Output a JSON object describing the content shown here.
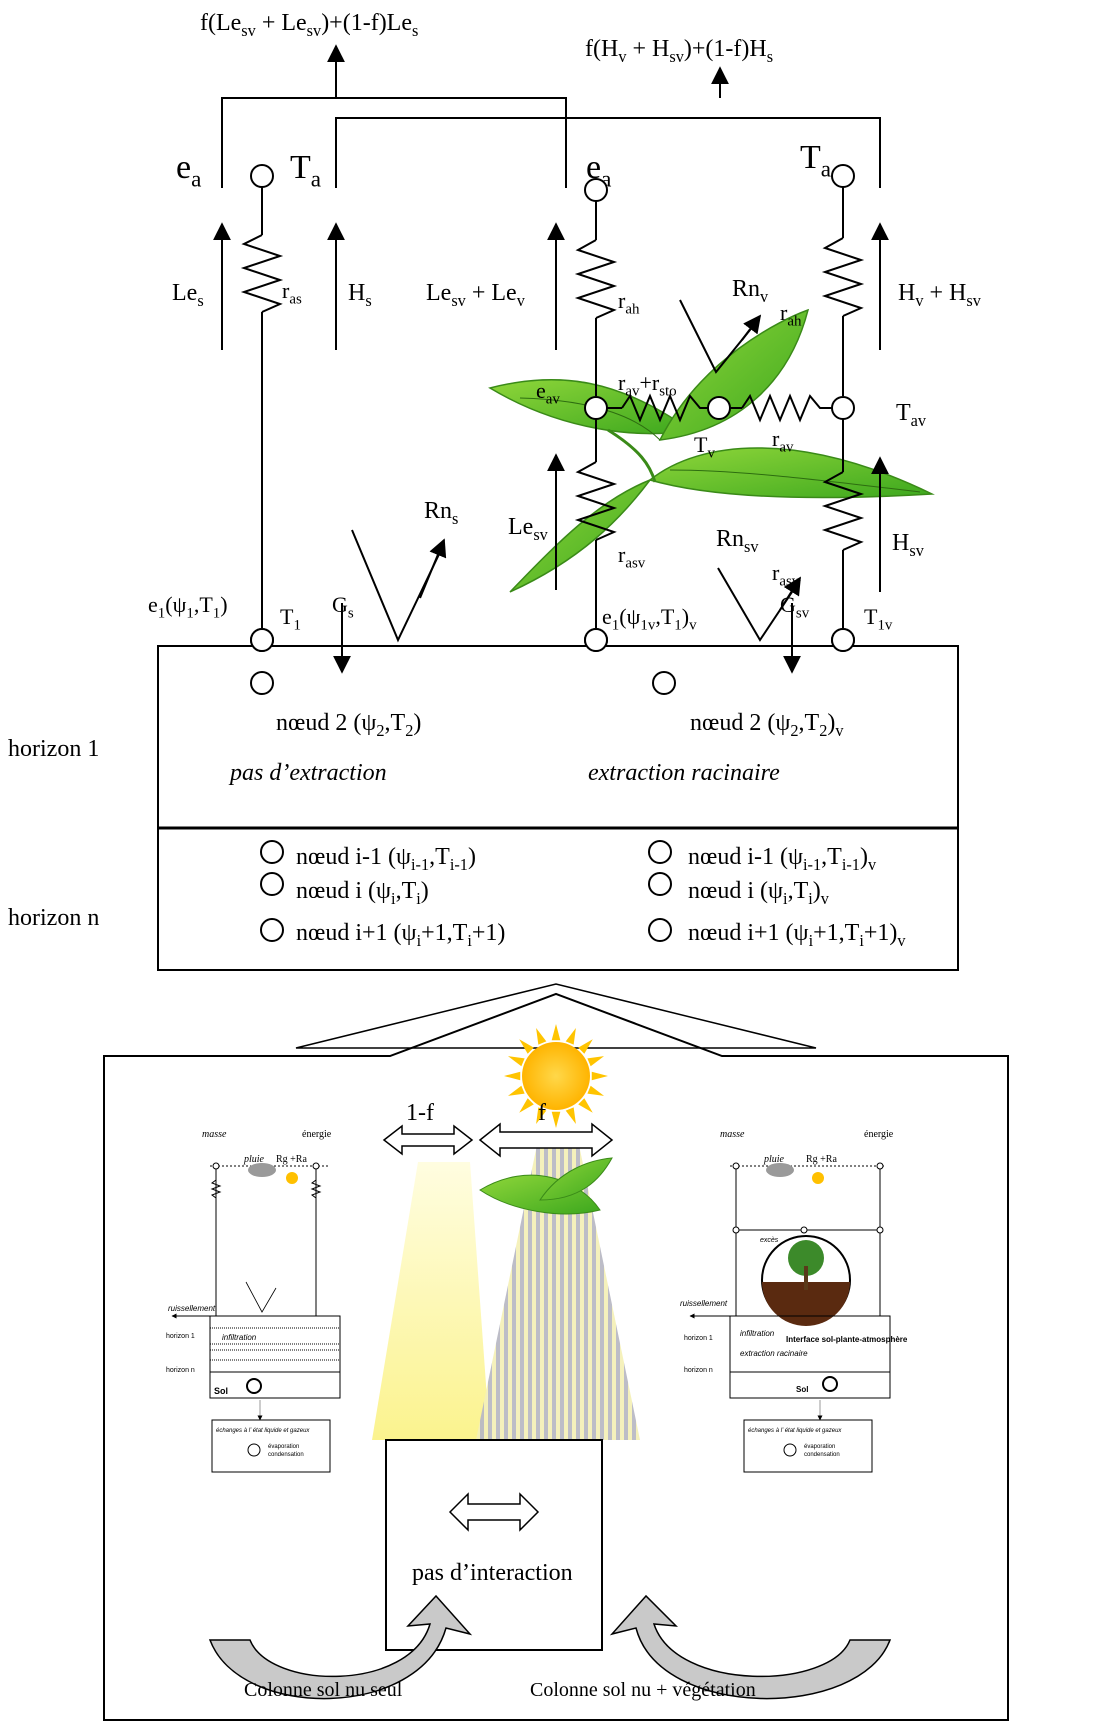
{
  "diagram": {
    "top_flux": {
      "latent": "f(Le_sv + Le_sv)+(1-f)Le_s",
      "sensible": "f(H_v + H_sv)+(1-f)H_s"
    },
    "bare_column": {
      "e_a": "e_a",
      "T_a": "T_a",
      "Le_s": "Le_s",
      "r_as": "r_as",
      "H_s": "H_s",
      "Rn_s": "Rn_s",
      "G_s": "G_s",
      "e1": "e_1(ψ_1,T_1)",
      "T1": "T_1",
      "node2": "nœud 2 (ψ_2,T_2)",
      "note": "pas d’extraction"
    },
    "veg_column": {
      "e_a": "e_a",
      "T_a": "T_a",
      "Le_sv_Le_v": "Le_sv + Le_v",
      "r_ah_left": "r_ah",
      "Rn_v": "Rn_v",
      "r_ah_right": "r_ah",
      "H_v_H_sv": "H_v + H_sv",
      "e_av": "e_av",
      "r_av_sto": "r_av+r_sto",
      "T_v": "T_v",
      "r_av": "r_av",
      "T_av": "T_av",
      "Le_sv": "Le_sv",
      "r_asv_left": "r_asv",
      "Rn_sv": "Rn_sv",
      "r_asv_right": "r_asv",
      "H_sv": "H_sv",
      "e1v": "e_1(ψ_1v,T_1)_v",
      "G_sv": "G_sv",
      "T1v": "T_1v",
      "node2": "nœud 2 (ψ_2,T_2)_v",
      "note": "extraction racinaire"
    },
    "horizons": {
      "h1": "horizon 1",
      "hn": "horizon n",
      "left_nodes": [
        "nœud i-1 (ψ_i-1,T_i-1)",
        "nœud i (ψ_i,T_i)",
        "nœud i+1 (ψ_i+1,T_i+1)"
      ],
      "right_nodes": [
        "nœud i-1 (ψ_i-1,T_i-1)_v",
        "nœud i (ψ_i,T_i)_v",
        "nœud i+1 (ψ_i+1,T_i+1)_v"
      ]
    },
    "bottom": {
      "one_minus_f": "1-f",
      "f": "f",
      "no_interaction": "pas d’interaction",
      "col_bare": "Colonne sol nu seul",
      "col_veg": "Colonne sol nu + végétation",
      "mini_left": {
        "masse": "masse",
        "energie": "énergie",
        "pluie": "pluie",
        "rg_ra": "Rg +Ra",
        "ruissellement": "ruissellement",
        "infiltration": "infiltration",
        "horizon1": "horizon 1",
        "horizonn": "horizon n",
        "sol": "Sol",
        "echanges": "échanges à l’ état liquide et gazeux",
        "evaporation": "évaporation",
        "condensation": "condensation"
      },
      "mini_right": {
        "masse": "masse",
        "energie": "énergie",
        "pluie": "pluie",
        "rg_ra": "Rg +Ra",
        "exces": "excès",
        "ruissellement": "ruissellement",
        "infiltration": "infiltration",
        "extraction": "extraction racinaire",
        "interface": "Interface sol-plante-atmosphère",
        "horizon1": "horizon 1",
        "horizonn": "horizon n",
        "sol": "Sol",
        "echanges": "échanges à l’ état liquide et gazeux",
        "evaporation": "évaporation",
        "condensation": "condensation"
      }
    }
  }
}
